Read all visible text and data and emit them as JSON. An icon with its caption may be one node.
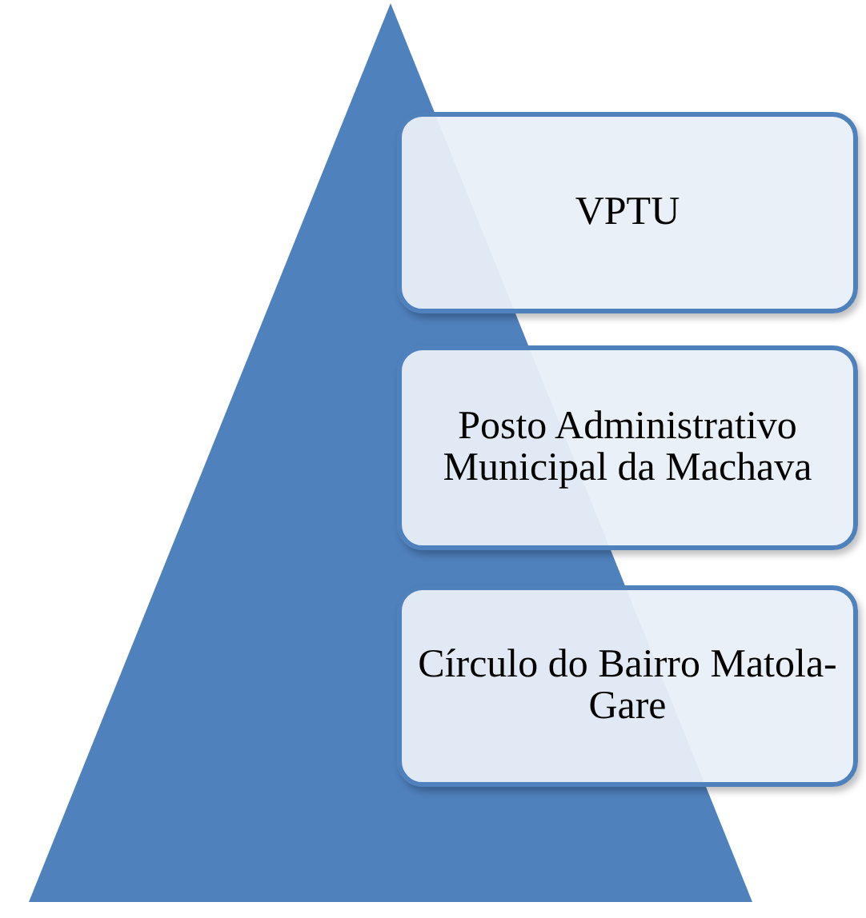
{
  "diagram": {
    "nodes": [
      {
        "text": [],
        "shape": "triangle"
      },
      {
        "text": [
          "VPTU"
        ]
      },
      {
        "text": [
          "Posto Administrativo Municipal da Machava"
        ]
      },
      {
        "text": [
          "Círculo do Bairro Matola-Gare"
        ]
      }
    ],
    "edges": []
  }
}
